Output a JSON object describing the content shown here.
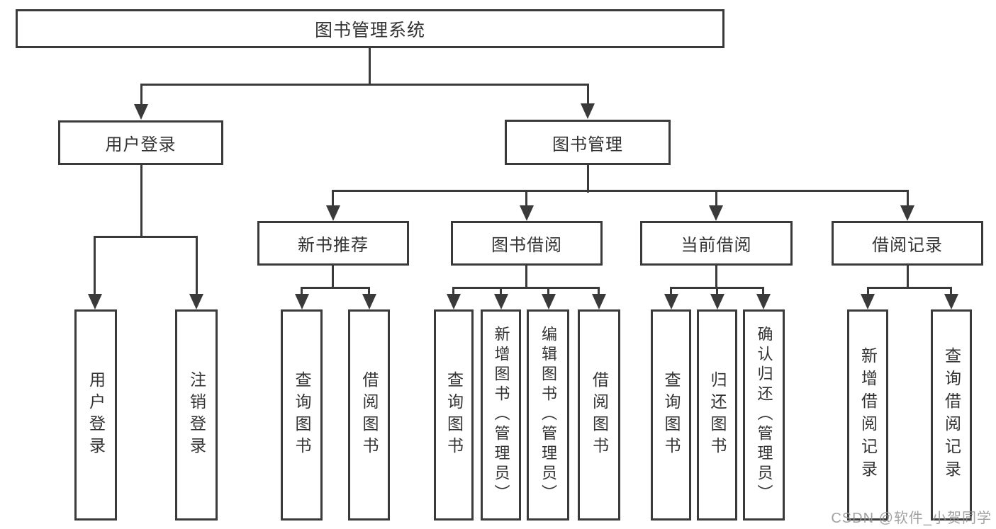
{
  "diagram": {
    "nodes": {
      "root": "图书管理系统",
      "user_login": "用户登录",
      "book_mgmt": "图书管理",
      "new_book": "新书推荐",
      "book_borrow": "图书借阅",
      "current_borrow": "当前借阅",
      "borrow_record": "借阅记录",
      "user_login_children": [
        "用户登录",
        "注销登录"
      ],
      "new_book_children": [
        "查询图书",
        "借阅图书"
      ],
      "book_borrow_children": [
        "查询图书",
        "新增图书（管理员）",
        "编辑图书（管理员）",
        "借阅图书"
      ],
      "current_borrow_children": [
        "查询图书",
        "归还图书",
        "确认归还（管理员）"
      ],
      "borrow_record_children": [
        "新增借阅记录",
        "查询借阅记录"
      ]
    },
    "colors": {
      "line": "#3a3a3a",
      "text": "#333333",
      "background": "#ffffff",
      "watermark": "#919191"
    }
  },
  "watermark": {
    "text": "CSDN @软件_小贺同学"
  }
}
